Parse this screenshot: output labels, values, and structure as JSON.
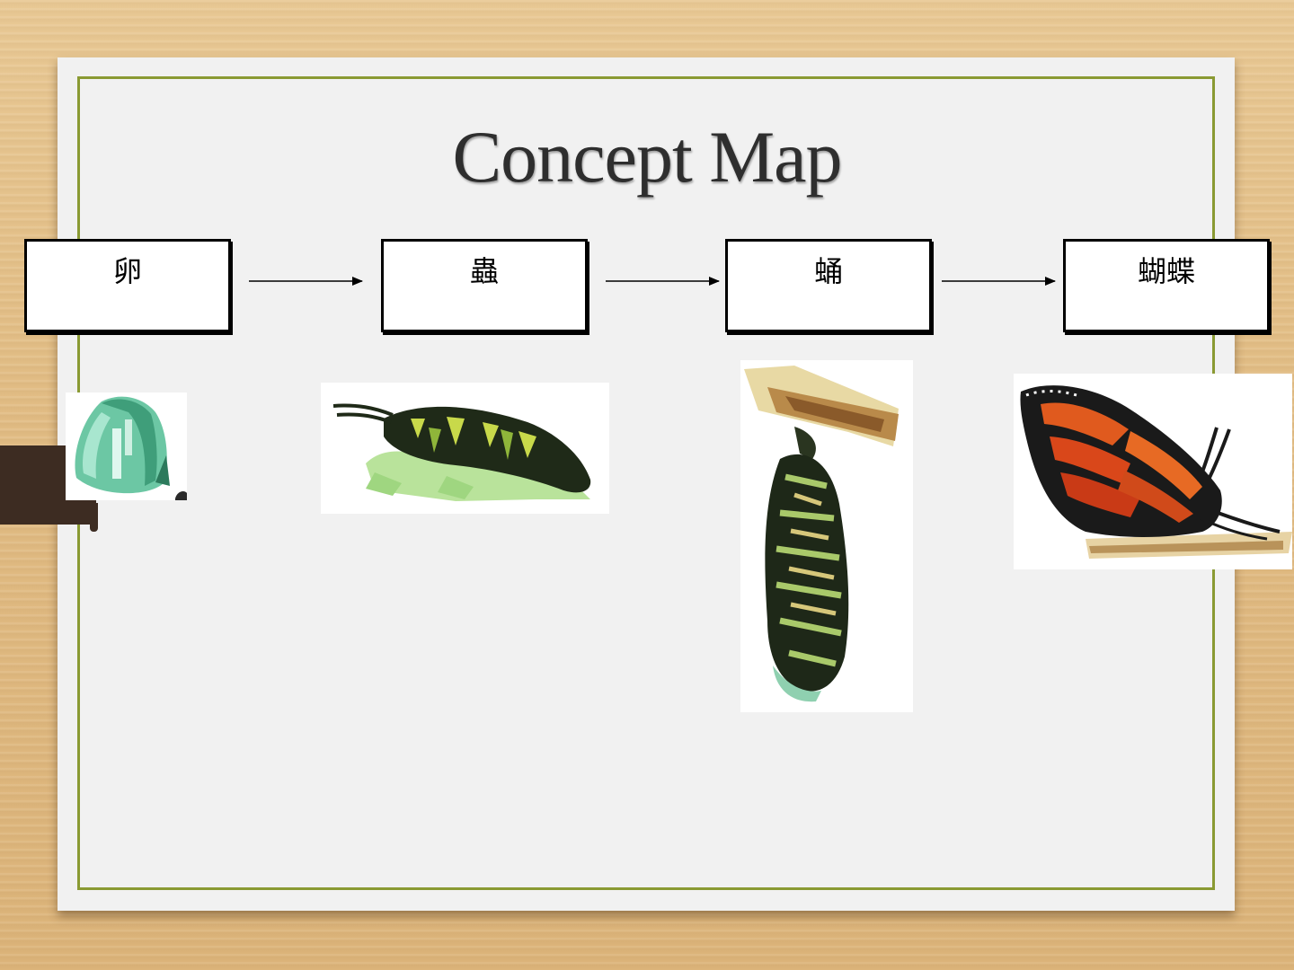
{
  "slide": {
    "title": "Concept Map"
  },
  "stages": [
    {
      "label": "卵",
      "image": "egg"
    },
    {
      "label": "蟲",
      "image": "caterpillar"
    },
    {
      "label": "蛹",
      "image": "chrysalis"
    },
    {
      "label": "蝴蝶",
      "image": "butterfly"
    }
  ],
  "colors": {
    "frame": "#8a9a33",
    "slide": "#f1f1f1",
    "background": "#e2bd85",
    "tab": "#3d2c22"
  }
}
